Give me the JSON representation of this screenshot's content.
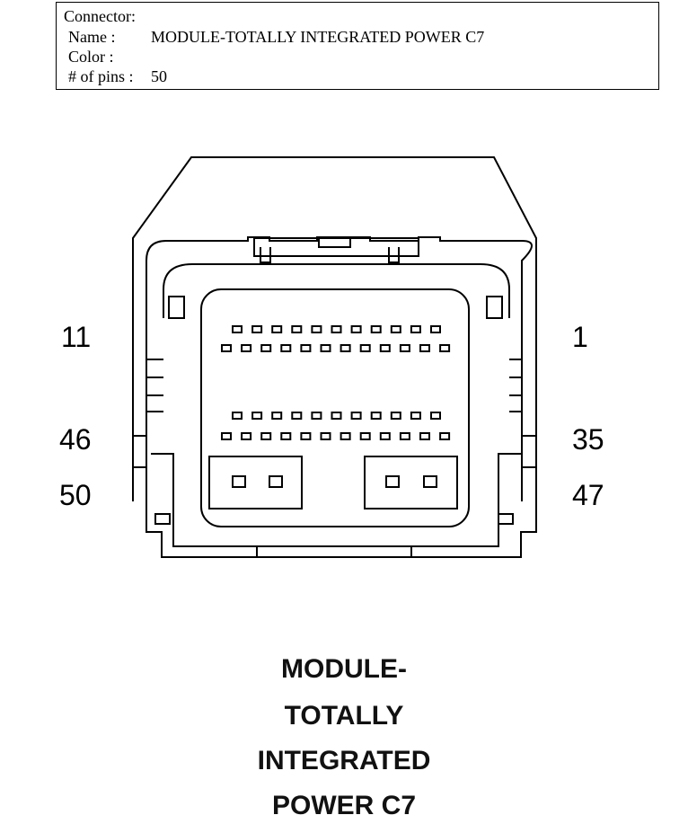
{
  "connector": {
    "heading": "Connector:",
    "name_label": "Name :",
    "name_value": "MODULE-TOTALLY INTEGRATED POWER C7",
    "color_label": "Color :",
    "color_value": "",
    "pins_label": "# of pins :",
    "pins_value": "50"
  },
  "pin_labels": {
    "top_left": "11",
    "top_right": "1",
    "mid_left": "46",
    "mid_right": "35",
    "bottom_left": "50",
    "bottom_right": "47"
  },
  "caption": [
    "MODULE-",
    "TOTALLY",
    "INTEGRATED",
    "POWER C7"
  ]
}
